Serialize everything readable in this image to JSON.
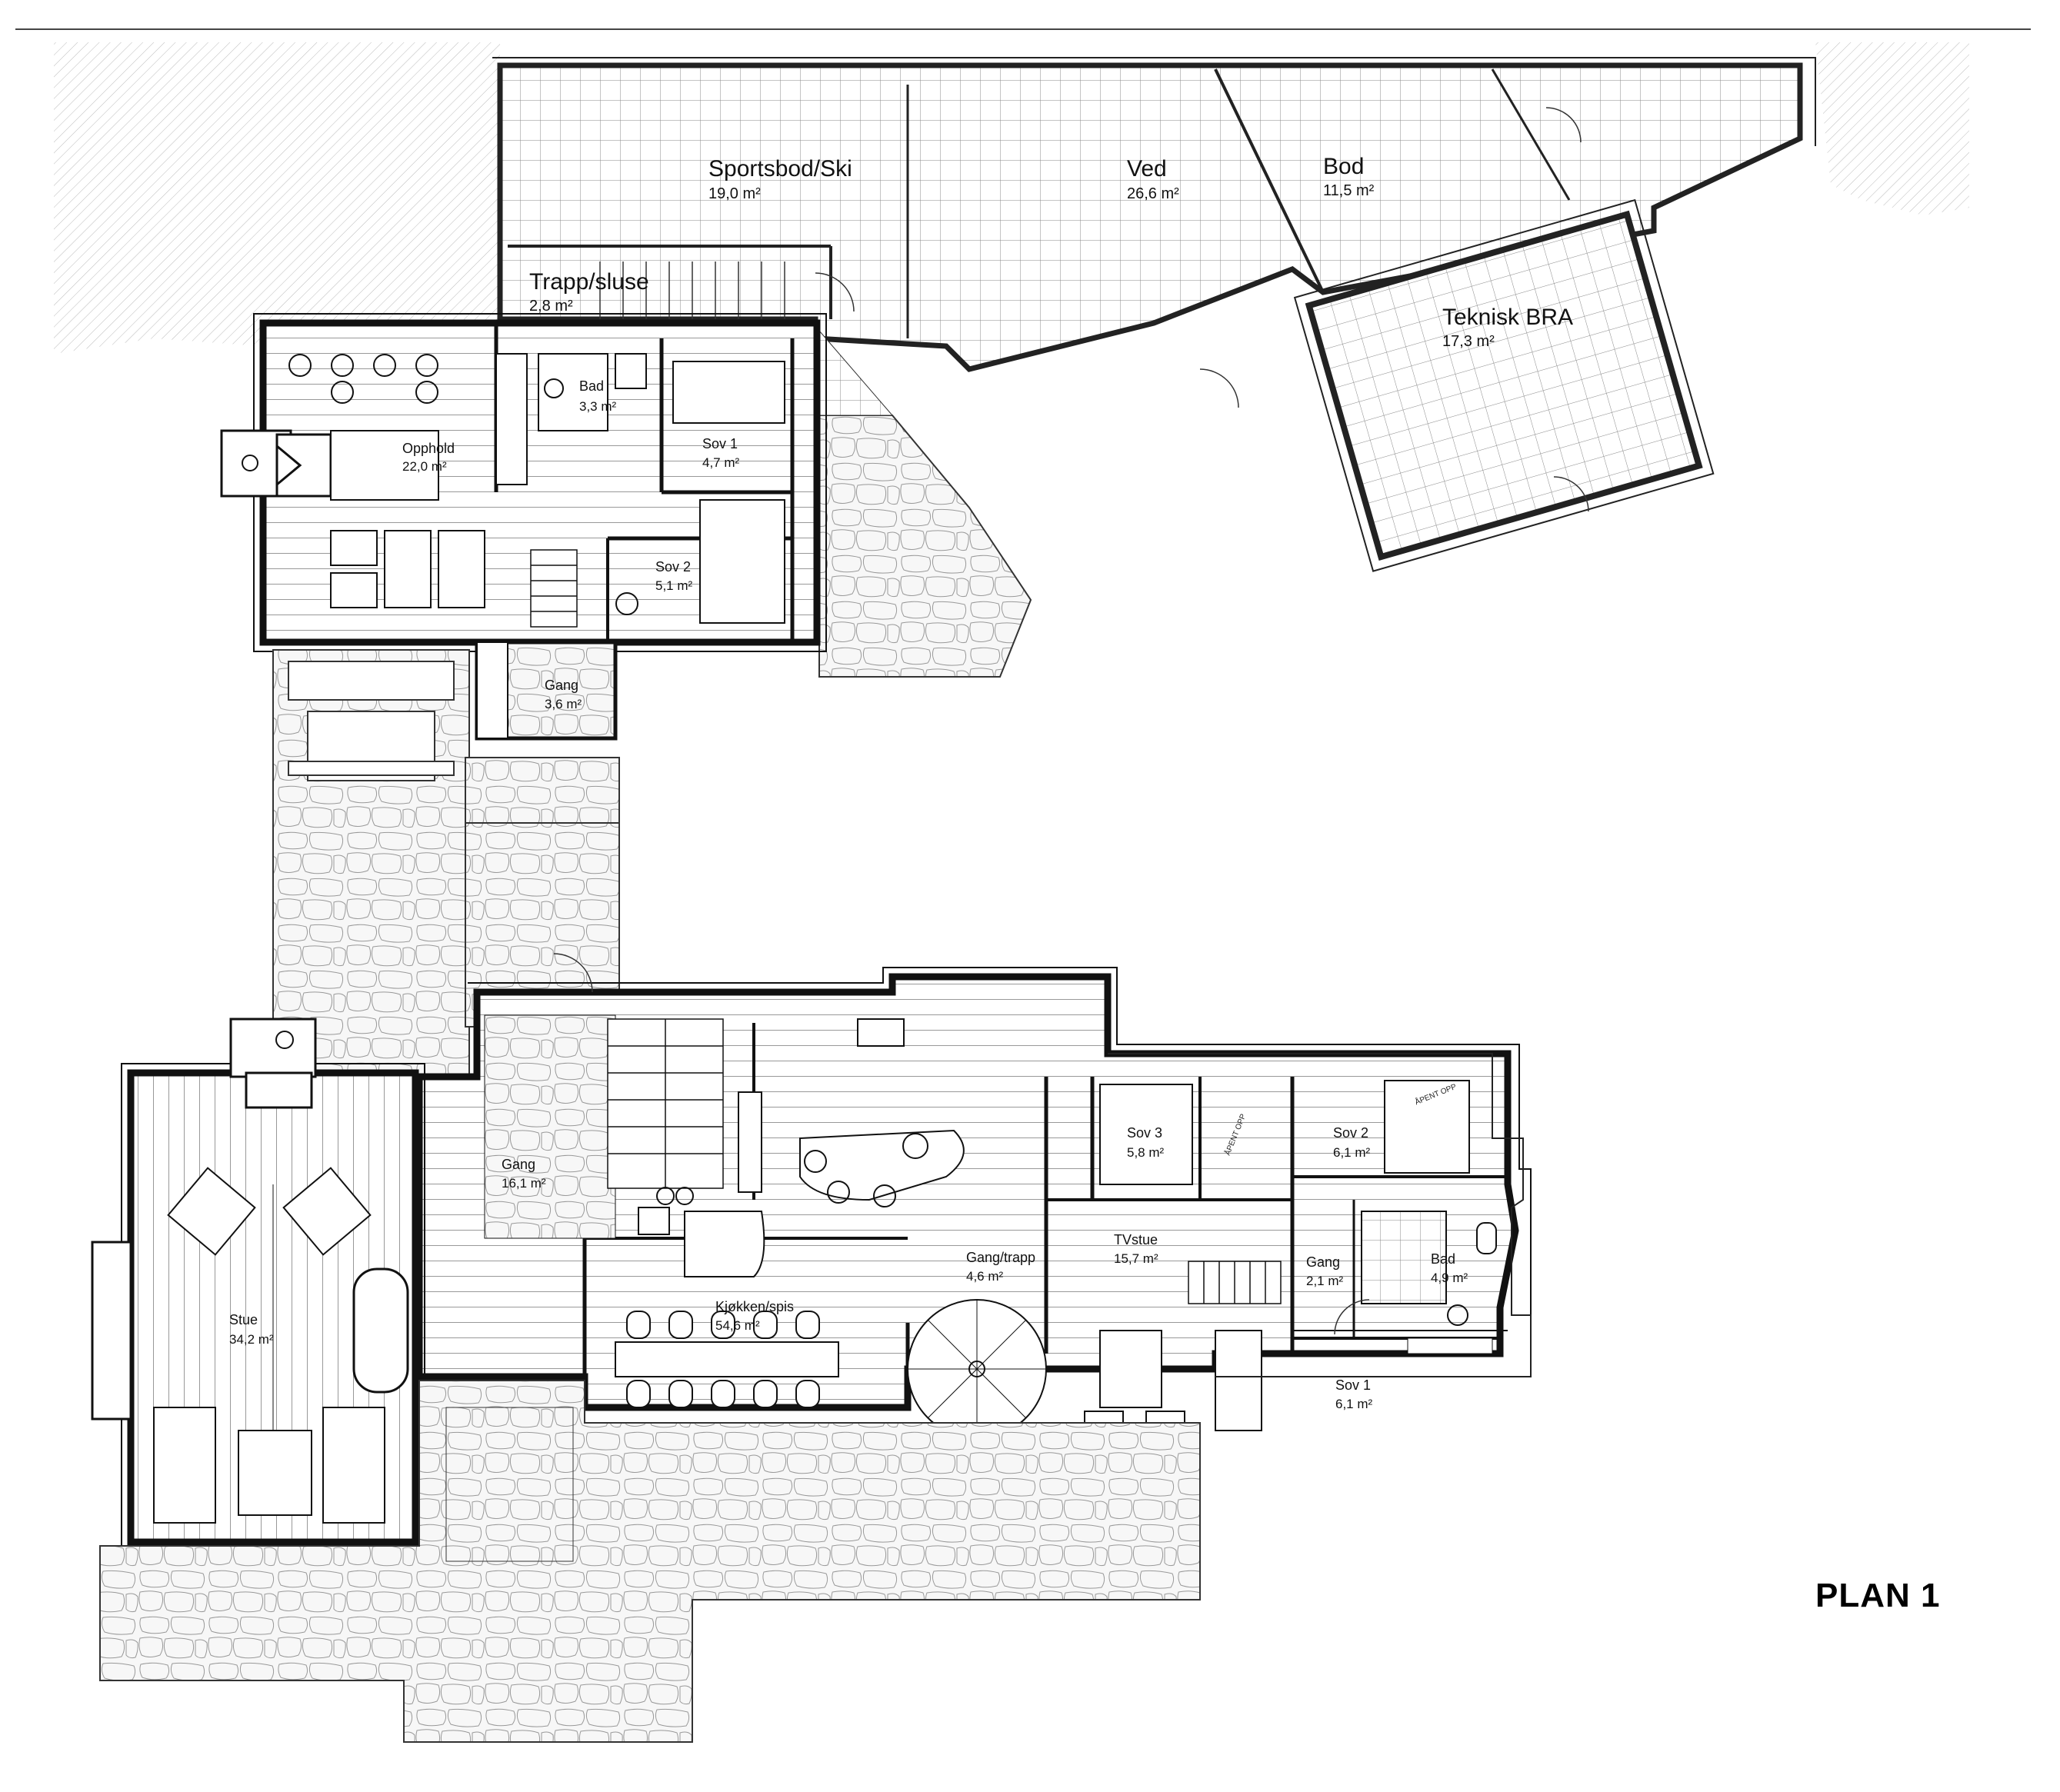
{
  "title": "PLAN 1",
  "rooms": [
    {
      "id": "sportsbod",
      "name": "Sportsbod/Ski",
      "area": "19,0 m²",
      "size": "big"
    },
    {
      "id": "ved",
      "name": "Ved",
      "area": "26,6 m²",
      "size": "big"
    },
    {
      "id": "bod",
      "name": "Bod",
      "area": "11,5 m²",
      "size": "big"
    },
    {
      "id": "trapp-sluse",
      "name": "Trapp/sluse",
      "area": "2,8 m²",
      "size": "big"
    },
    {
      "id": "teknisk",
      "name": "Teknisk  BRA",
      "area": "17,3 m²",
      "size": "big"
    },
    {
      "id": "bad-annex",
      "name": "Bad",
      "area": "3,3 m²",
      "size": "sm"
    },
    {
      "id": "opphold",
      "name": "Opphold",
      "area": "22,0 m²",
      "size": "sm"
    },
    {
      "id": "sov1-annex",
      "name": "Sov 1",
      "area": "4,7 m²",
      "size": "sm"
    },
    {
      "id": "sov2-annex",
      "name": "Sov 2",
      "area": "5,1 m²",
      "size": "sm"
    },
    {
      "id": "gang-annex",
      "name": "Gang",
      "area": "3,6 m²",
      "size": "sm"
    },
    {
      "id": "gang-main",
      "name": "Gang",
      "area": "16,1 m²",
      "size": "sm"
    },
    {
      "id": "sov3",
      "name": "Sov 3",
      "area": "5,8 m²",
      "size": "sm"
    },
    {
      "id": "sov2-main",
      "name": "Sov 2",
      "area": "6,1 m²",
      "size": "sm"
    },
    {
      "id": "tvstue",
      "name": "TVstue",
      "area": "15,7 m²",
      "size": "sm"
    },
    {
      "id": "gang-trapp",
      "name": "Gang/trapp",
      "area": "4,6 m²",
      "size": "sm"
    },
    {
      "id": "gang-east",
      "name": "Gang",
      "area": "2,1 m²",
      "size": "sm"
    },
    {
      "id": "bad-main",
      "name": "Bad",
      "area": "4,9 m²",
      "size": "sm"
    },
    {
      "id": "stue",
      "name": "Stue",
      "area": "34,2 m²",
      "size": "sm"
    },
    {
      "id": "kjokken",
      "name": "Kjøkken/spis",
      "area": "54,6 m²",
      "size": "sm"
    },
    {
      "id": "sov1-main",
      "name": "Sov 1",
      "area": "6,1 m²",
      "size": "sm"
    }
  ],
  "door_notes": [
    {
      "id": "sov3-door",
      "text": "ÅPENT OPP"
    },
    {
      "id": "sov2-door",
      "text": "ÅPENT OPP"
    }
  ]
}
